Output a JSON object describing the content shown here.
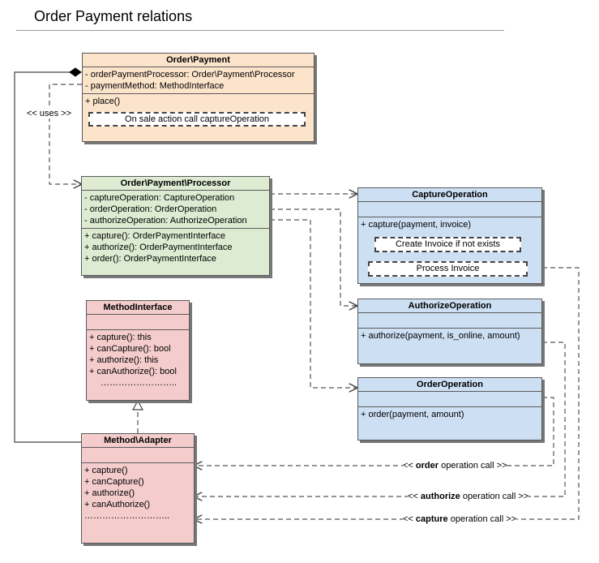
{
  "title": "Order Payment relations",
  "classes": {
    "order_payment": {
      "name": "Order\\Payment",
      "attributes": [
        "- orderPaymentProcessor: Order\\Payment\\Processor",
        "- paymentMethod: MethodInterface"
      ],
      "methods": [
        "+ place()"
      ],
      "note": "On sale action call captureOperation"
    },
    "processor": {
      "name": "Order\\Payment\\Processor",
      "attributes": [
        "- captureOperation: CaptureOperation",
        "- orderOperation: OrderOperation",
        "- authorizeOperation: AuthorizeOperation"
      ],
      "methods": [
        "+ capture(): OrderPaymentInterface",
        "+ authorize(): OrderPaymentInterface",
        "+ order(): OrderPaymentInterface"
      ]
    },
    "capture_operation": {
      "name": "CaptureOperation",
      "methods": [
        "+ capture(payment, invoice)"
      ],
      "notes": [
        "Create Invoice if not exists",
        "Process Invoice"
      ]
    },
    "authorize_operation": {
      "name": "AuthorizeOperation",
      "methods": [
        "+ authorize(payment, is_online, amount)"
      ]
    },
    "order_operation": {
      "name": "OrderOperation",
      "methods": [
        "+ order(payment, amount)"
      ]
    },
    "method_interface": {
      "name": "MethodInterface",
      "methods": [
        "+ capture(): this",
        "+ canCapture(): bool",
        "+ authorize(): this",
        "+ canAuthorize(): bool",
        "…………………….."
      ]
    },
    "method_adapter": {
      "name": "Method\\Adapter",
      "methods": [
        "+ capture()",
        "+ canCapture()",
        "+ authorize()",
        "+ canAuthorize()",
        "……………………….."
      ]
    }
  },
  "labels": {
    "uses": "<< uses >>",
    "order_call": {
      "prefix": "<< ",
      "bold": "order",
      "suffix": " operation call >>"
    },
    "authorize_call": {
      "prefix": "<< ",
      "bold": "authorize",
      "suffix": " operation call >>"
    },
    "capture_call": {
      "prefix": "<< ",
      "bold": "capture",
      "suffix": " operation call >>"
    }
  },
  "colors": {
    "order_payment": "#fce4cb",
    "processor": "#dcebd2",
    "operations": "#cddff3",
    "method": "#f4cccc"
  }
}
